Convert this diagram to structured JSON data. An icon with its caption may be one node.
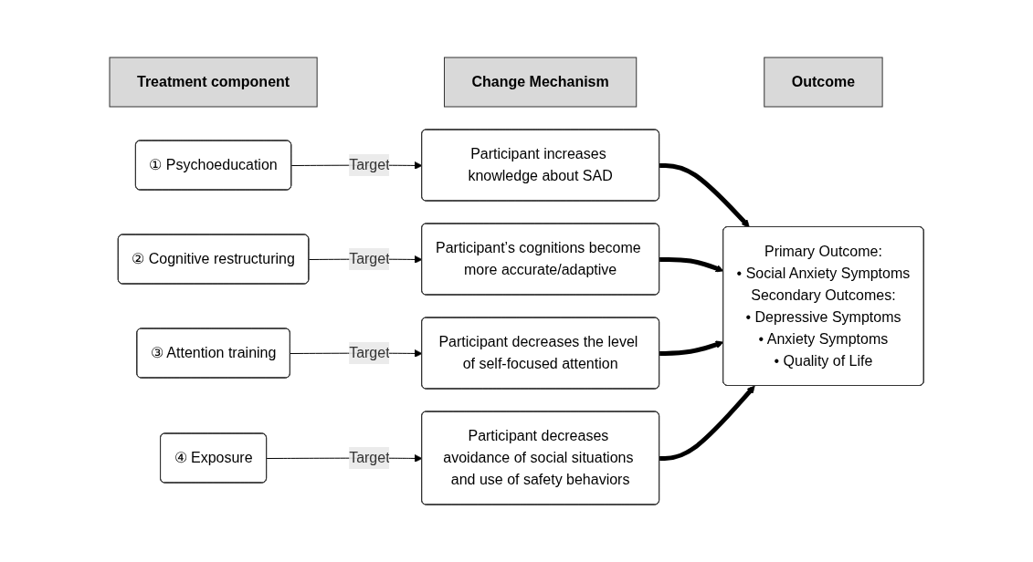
{
  "diagram": {
    "nodes": [
      {
        "text": [
          "Treatment component"
        ]
      },
      {
        "text": [
          "Change Mechanism"
        ]
      },
      {
        "text": [
          "Outcome"
        ]
      },
      {
        "text": [
          "① Psychoeducation"
        ]
      },
      {
        "text": [
          "Participant increases knowledge about SAD"
        ]
      },
      {
        "text": [
          "② Cognitive restructuring"
        ]
      },
      {
        "text": [
          "Participant’s cognitions become more accurate/adaptive"
        ]
      },
      {
        "text": [
          "③ Attention training"
        ]
      },
      {
        "text": [
          "Participant decreases the level of self-focused attention"
        ]
      },
      {
        "text": [
          "④ Exposure"
        ]
      },
      {
        "text": [
          "Participant decreases avoidance of social situations and use of safety behaviors"
        ]
      },
      {
        "text": [
          "Primary Outcome:",
          "• Social Anxiety Symptoms",
          "Secondary Outcomes:",
          "• Depressive Symptoms",
          "• Anxiety Symptoms",
          "• Quality of Life"
        ]
      }
    ],
    "edges": [
      {
        "from": 3,
        "to": 4,
        "arrow": "to",
        "label": "Target"
      },
      {
        "from": 5,
        "to": 6,
        "arrow": "to",
        "label": "Target"
      },
      {
        "from": 7,
        "to": 8,
        "arrow": "to",
        "label": "Target"
      },
      {
        "from": 9,
        "to": 10,
        "arrow": "to",
        "label": "Target"
      },
      {
        "from": 4,
        "to": 11,
        "arrow": "to",
        "style": "thick"
      },
      {
        "from": 6,
        "to": 11,
        "arrow": "to",
        "style": "thick"
      },
      {
        "from": 8,
        "to": 11,
        "arrow": "to",
        "style": "thick"
      },
      {
        "from": 10,
        "to": 11,
        "arrow": "to",
        "style": "thick"
      }
    ]
  }
}
